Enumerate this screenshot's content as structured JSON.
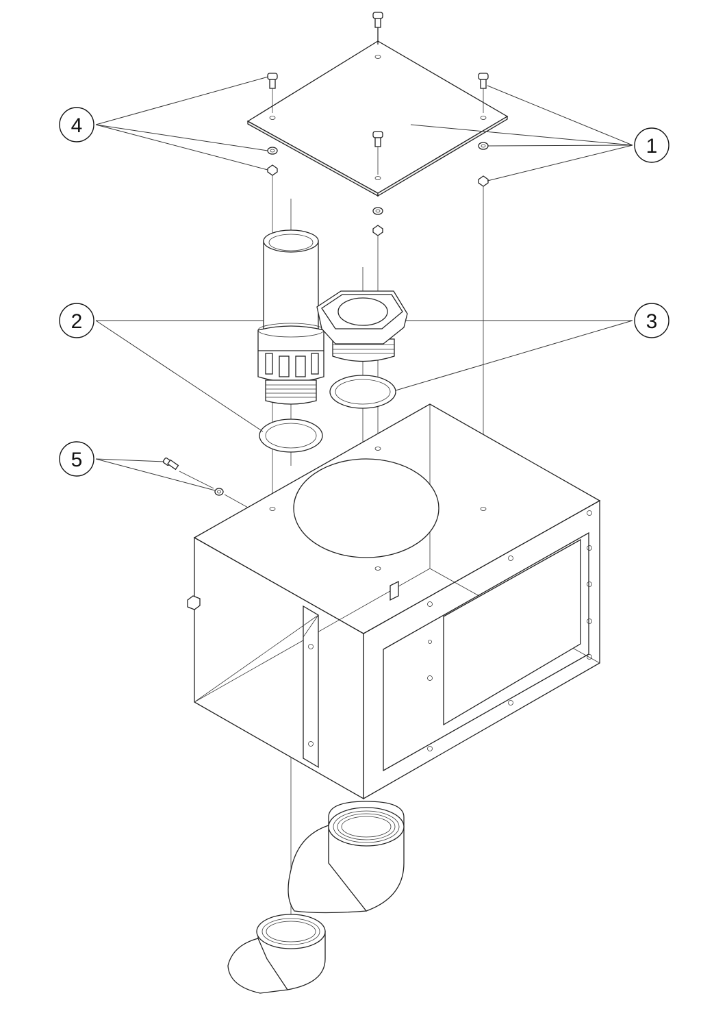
{
  "diagram": {
    "callouts": [
      {
        "id": "c1",
        "label": "1"
      },
      {
        "id": "c2",
        "label": "2"
      },
      {
        "id": "c3",
        "label": "3"
      },
      {
        "id": "c4",
        "label": "4"
      },
      {
        "id": "c5",
        "label": "5"
      }
    ]
  }
}
